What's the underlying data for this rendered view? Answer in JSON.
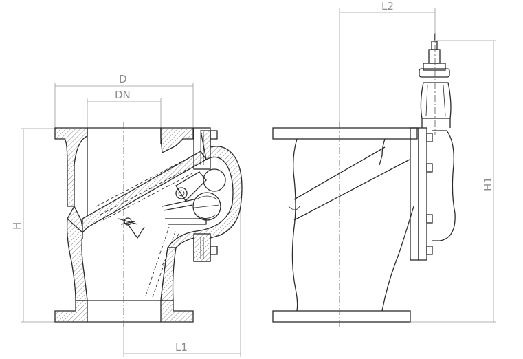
{
  "dimensions": {
    "d": "D",
    "dn": "DN",
    "h": "H",
    "l1": "L1",
    "l2": "L2",
    "h1": "H1"
  },
  "colors": {
    "line": "#2b2b2b",
    "dimension": "#9a9a9a",
    "background": "#ffffff"
  }
}
